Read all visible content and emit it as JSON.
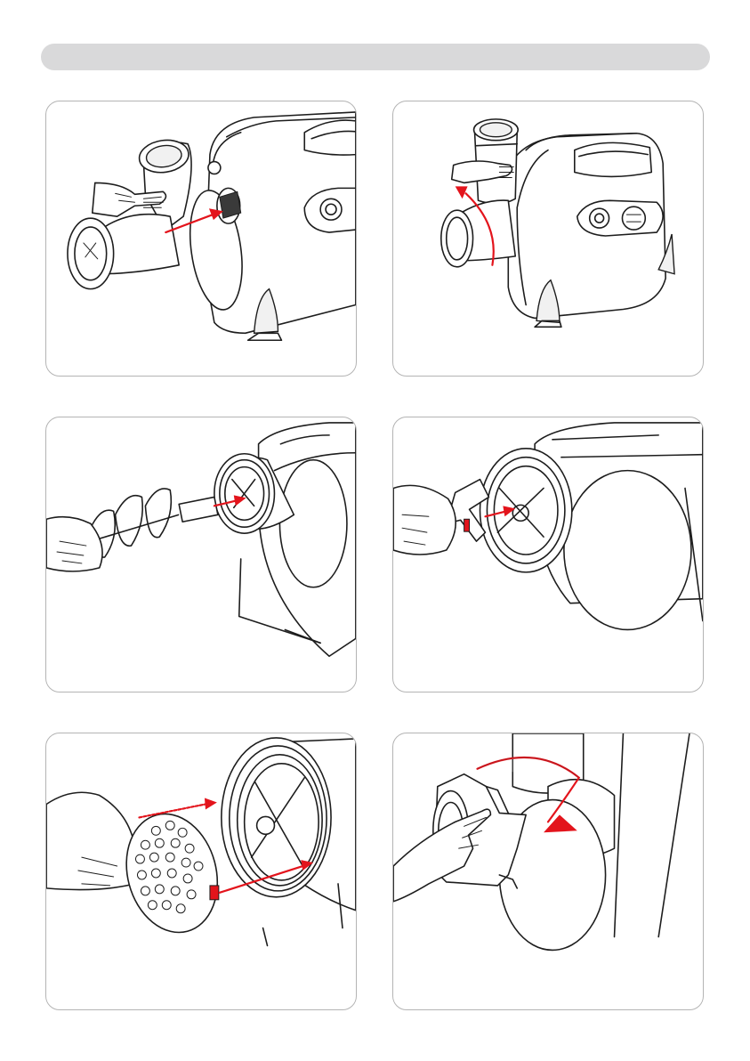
{
  "header": {
    "title": ""
  },
  "colors": {
    "accent": "#e3141c",
    "line": "#1d1d1d",
    "panel_border": "#b4b4b4",
    "header_bar": "#d9d9da"
  },
  "steps": [
    {
      "illustration": "feeding-tube-attach"
    },
    {
      "illustration": "feeding-tube-rotate-lock"
    },
    {
      "illustration": "auger-insert"
    },
    {
      "illustration": "cutting-blade-insert"
    },
    {
      "illustration": "grinding-plate-insert"
    },
    {
      "illustration": "ring-nut-tighten"
    }
  ]
}
